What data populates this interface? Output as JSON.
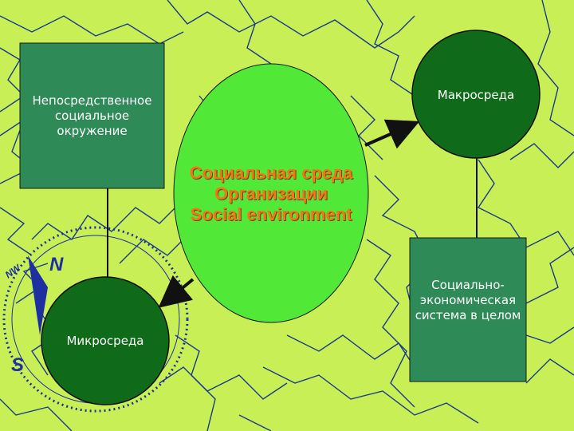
{
  "colors": {
    "background": "#c8ef56",
    "box_fill": "#2e8b57",
    "circle_fill": "#0f6b1a",
    "center_fill": "#52e838",
    "title_text": "#f07a12",
    "map_lines": "#1b3a8a"
  },
  "nodes": {
    "immediate_env": "Непосредственное социальное окружение",
    "macro_env": "Макросреда",
    "micro_env": "Микросреда",
    "socio_economic": "Социально-экономическая система в целом"
  },
  "center": {
    "line1": "Социальная среда",
    "line2": "Организации",
    "line3": "Social environment"
  },
  "compass": {
    "north": "N",
    "south": "S",
    "northwest": "NW"
  }
}
